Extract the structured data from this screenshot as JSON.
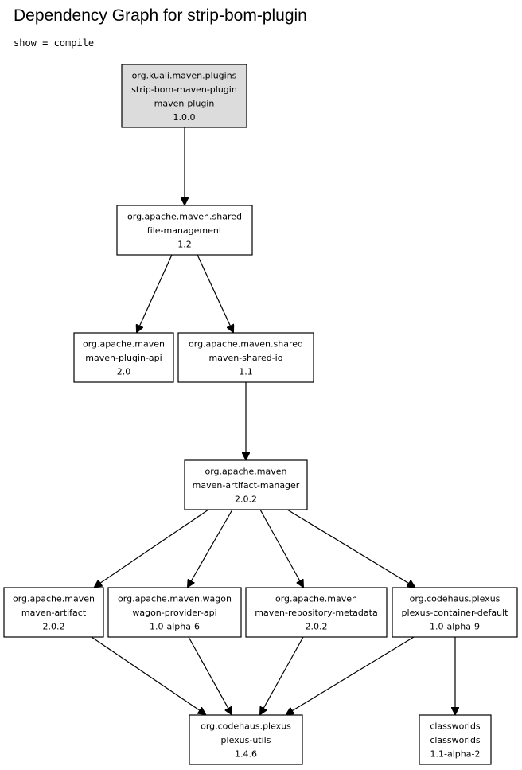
{
  "title": "Dependency Graph for strip-bom-plugin",
  "subtitle": "show = compile",
  "nodes": [
    {
      "id": "root",
      "lines": [
        "org.kuali.maven.plugins",
        "strip-bom-maven-plugin",
        "maven-plugin",
        "1.0.0"
      ],
      "root": true
    },
    {
      "id": "file-management",
      "lines": [
        "org.apache.maven.shared",
        "file-management",
        "1.2"
      ]
    },
    {
      "id": "maven-plugin-api",
      "lines": [
        "org.apache.maven",
        "maven-plugin-api",
        "2.0"
      ]
    },
    {
      "id": "maven-shared-io",
      "lines": [
        "org.apache.maven.shared",
        "maven-shared-io",
        "1.1"
      ]
    },
    {
      "id": "maven-artifact-manager",
      "lines": [
        "org.apache.maven",
        "maven-artifact-manager",
        "2.0.2"
      ]
    },
    {
      "id": "maven-artifact",
      "lines": [
        "org.apache.maven",
        "maven-artifact",
        "2.0.2"
      ]
    },
    {
      "id": "wagon-provider-api",
      "lines": [
        "org.apache.maven.wagon",
        "wagon-provider-api",
        "1.0-alpha-6"
      ]
    },
    {
      "id": "maven-repository-metadata",
      "lines": [
        "org.apache.maven",
        "maven-repository-metadata",
        "2.0.2"
      ]
    },
    {
      "id": "plexus-container-default",
      "lines": [
        "org.codehaus.plexus",
        "plexus-container-default",
        "1.0-alpha-9"
      ]
    },
    {
      "id": "plexus-utils",
      "lines": [
        "org.codehaus.plexus",
        "plexus-utils",
        "1.4.6"
      ]
    },
    {
      "id": "classworlds",
      "lines": [
        "classworlds",
        "classworlds",
        "1.1-alpha-2"
      ]
    }
  ],
  "edges": [
    {
      "from": "root",
      "to": "file-management"
    },
    {
      "from": "file-management",
      "to": "maven-plugin-api"
    },
    {
      "from": "file-management",
      "to": "maven-shared-io"
    },
    {
      "from": "maven-shared-io",
      "to": "maven-artifact-manager"
    },
    {
      "from": "maven-artifact-manager",
      "to": "maven-artifact"
    },
    {
      "from": "maven-artifact-manager",
      "to": "wagon-provider-api"
    },
    {
      "from": "maven-artifact-manager",
      "to": "maven-repository-metadata"
    },
    {
      "from": "maven-artifact-manager",
      "to": "plexus-container-default"
    },
    {
      "from": "maven-artifact",
      "to": "plexus-utils"
    },
    {
      "from": "wagon-provider-api",
      "to": "plexus-utils"
    },
    {
      "from": "maven-repository-metadata",
      "to": "plexus-utils"
    },
    {
      "from": "plexus-container-default",
      "to": "plexus-utils"
    },
    {
      "from": "plexus-container-default",
      "to": "classworlds"
    }
  ]
}
